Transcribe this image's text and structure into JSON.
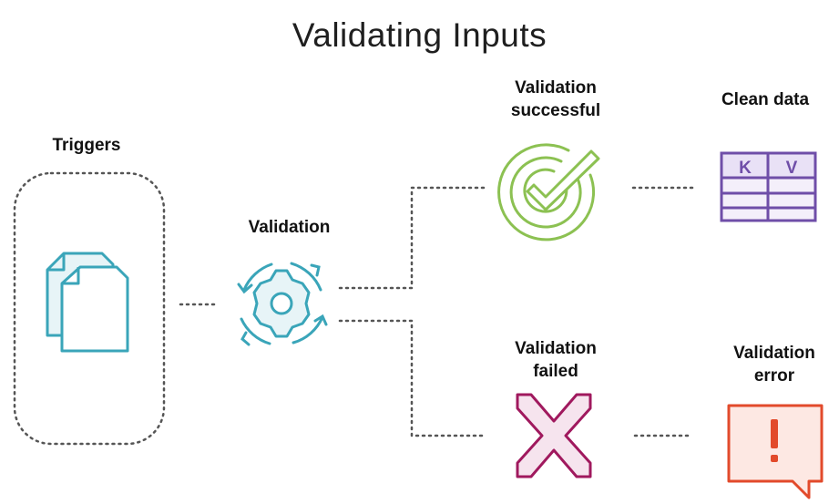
{
  "title": "Validating Inputs",
  "nodes": {
    "triggers": {
      "label": "Triggers",
      "icon": "documents-icon"
    },
    "validation": {
      "label": "Validation",
      "icon": "gear-cycle-icon"
    },
    "success": {
      "label": "Validation successful",
      "icon": "target-check-icon"
    },
    "failed": {
      "label": "Validation failed",
      "icon": "cross-icon"
    },
    "clean": {
      "label": "Clean data",
      "icon": "key-value-table-icon",
      "columns": [
        "K",
        "V"
      ]
    },
    "error": {
      "label": "Validation error",
      "icon": "error-message-icon",
      "symbol": "!"
    }
  },
  "colors": {
    "teal": "#3aa5b9",
    "green": "#8cc152",
    "purple": "#6f4ea8",
    "magenta": "#a0195e",
    "red": "#e24a2b",
    "connector": "#555555"
  }
}
